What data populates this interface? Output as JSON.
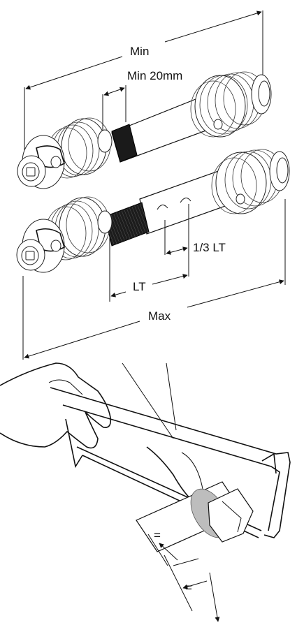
{
  "labels": {
    "min": "Min",
    "min20": "Min 20mm",
    "third_lt": "1/3 LT",
    "lt": "LT",
    "max": "Max",
    "eq_top": "=",
    "eq_bottom": "="
  }
}
